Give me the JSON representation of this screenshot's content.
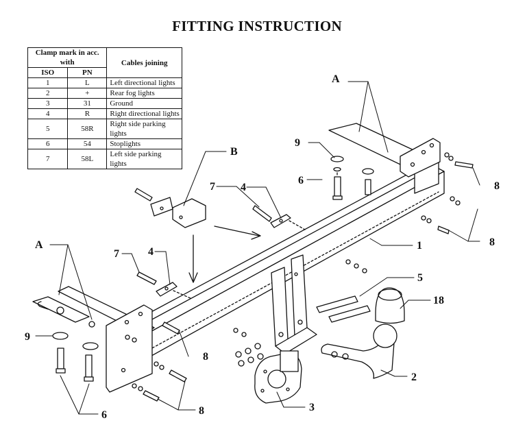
{
  "title": "FITTING INSTRUCTION",
  "legend": {
    "header_clamp": "Clamp mark in acc. with",
    "header_cables": "Cables joining",
    "col_iso": "ISO",
    "col_pn": "PN",
    "rows": [
      {
        "iso": "1",
        "pn": "L",
        "cable": "Left directional lights"
      },
      {
        "iso": "2",
        "pn": "+",
        "cable": "Rear fog lights"
      },
      {
        "iso": "3",
        "pn": "31",
        "cable": "Ground"
      },
      {
        "iso": "4",
        "pn": "R",
        "cable": "Right directional lights"
      },
      {
        "iso": "5",
        "pn": "58R",
        "cable": "Right side parking lights"
      },
      {
        "iso": "6",
        "pn": "54",
        "cable": "Stoplights"
      },
      {
        "iso": "7",
        "pn": "58L",
        "cable": "Left side parking lights"
      }
    ]
  },
  "callouts": {
    "A_top": "A",
    "A_left": "A",
    "B": "B",
    "n1": "1",
    "n2": "2",
    "n3": "3",
    "n4_top": "4",
    "n4_left": "4",
    "n5": "5",
    "n6_top": "6",
    "n6_bottom": "6",
    "n7_top": "7",
    "n7_left": "7",
    "n8_r1": "8",
    "n8_r2": "8",
    "n8_mid": "8",
    "n8_bottom": "8",
    "n9_top": "9",
    "n9_left": "9",
    "n18": "18"
  }
}
